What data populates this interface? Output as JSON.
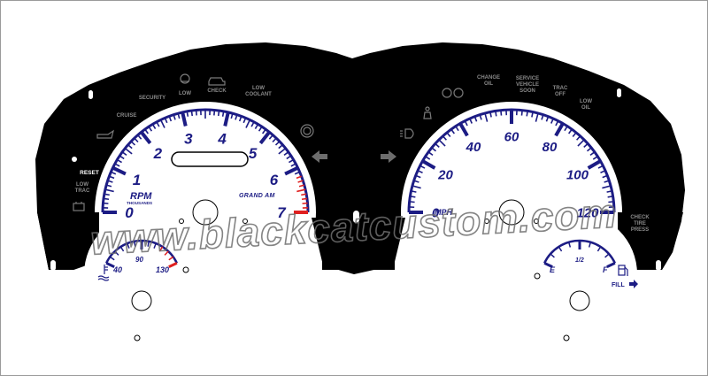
{
  "colors": {
    "face_black": "#000000",
    "dial_white": "#ffffff",
    "accent_blue": "#1c1c84",
    "redline": "#e02020",
    "label_grey": "#9a9a9a",
    "watermark": "#6f6f6f"
  },
  "tachometer": {
    "numbers": [
      "0",
      "1",
      "2",
      "3",
      "4",
      "5",
      "6",
      "7"
    ],
    "unit": "RPM",
    "unit_sub": "THOUSANDS",
    "brand": "GRAND AM"
  },
  "speedometer": {
    "numbers": [
      "0",
      "20",
      "40",
      "60",
      "80",
      "100",
      "120"
    ],
    "unit": "MPH"
  },
  "temp_gauge": {
    "numbers": [
      "40",
      "90",
      "130"
    ]
  },
  "fuel_gauge": {
    "numbers": [
      "E",
      "1/2",
      "F"
    ],
    "fill_label": "FILL"
  },
  "indicators": {
    "reset": "RESET",
    "low_trac": [
      "LOW",
      "TRAC"
    ],
    "cruise": "CRUISE",
    "security": "SECURITY",
    "low": "LOW",
    "check": "CHECK",
    "low_coolant": [
      "LOW",
      "COOLANT"
    ],
    "change_oil": [
      "CHANGE",
      "OIL"
    ],
    "service_vehicle_soon": [
      "SERVICE",
      "VEHICLE",
      "SOON"
    ],
    "trac_off": [
      "TRAC",
      "OFF"
    ],
    "low_oil": [
      "LOW",
      "OIL"
    ],
    "check_tire_press": [
      "CHECK",
      "TIRE",
      "PRESS"
    ]
  },
  "icons": [
    "battery-icon",
    "oil-can-icon",
    "engine-icon",
    "brake-icon",
    "left-turn-arrow-icon",
    "right-turn-arrow-icon",
    "seatbelt-icon",
    "headlight-icon",
    "tire-pressure-icon",
    "coolant-temp-icon",
    "fuel-pump-icon"
  ],
  "watermark": "www.blackcatcustom.com"
}
